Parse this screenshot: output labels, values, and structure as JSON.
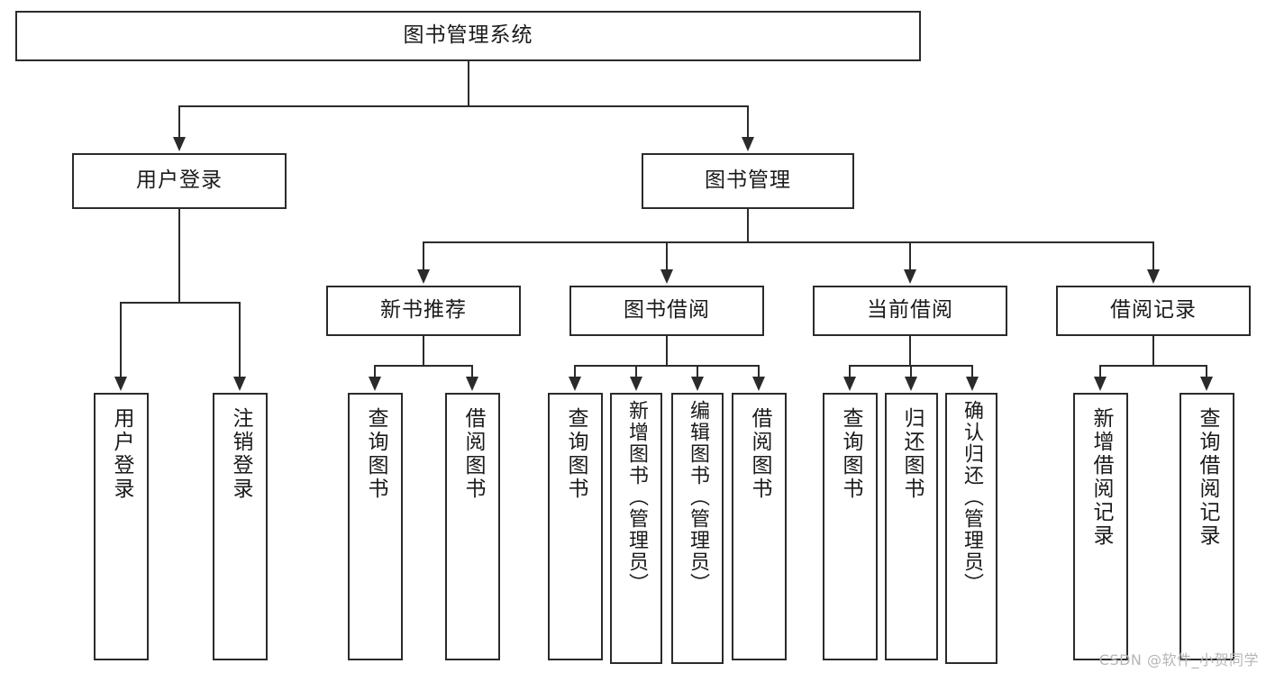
{
  "diagram": {
    "title": "图书管理系统",
    "type": "tree-diagram",
    "watermark": "CSDN @软件_小贺同学",
    "colors": {
      "border": "#2b2b2b",
      "background": "#ffffff",
      "text": "#1a1a1a",
      "watermark": "#b6b6b6"
    }
  },
  "root": {
    "label": "图书管理系统"
  },
  "level1": [
    {
      "label": "用户登录"
    },
    {
      "label": "图书管理"
    }
  ],
  "level2": [
    {
      "label": "新书推荐"
    },
    {
      "label": "图书借阅"
    },
    {
      "label": "当前借阅"
    },
    {
      "label": "借阅记录"
    }
  ],
  "leaves": {
    "user_login": [
      {
        "label": "用户登录"
      },
      {
        "label": "注销登录"
      }
    ],
    "new_book": [
      {
        "label": "查询图书"
      },
      {
        "label": "借阅图书"
      }
    ],
    "borrow": [
      {
        "label": "查询图书"
      },
      {
        "label": "新增图书（管理员）"
      },
      {
        "label": "编辑图书（管理员）"
      },
      {
        "label": "借阅图书"
      }
    ],
    "current": [
      {
        "label": "查询图书"
      },
      {
        "label": "归还图书"
      },
      {
        "label": "确认归还（管理员）"
      }
    ],
    "records": [
      {
        "label": "新增借阅记录"
      },
      {
        "label": "查询借阅记录"
      }
    ]
  }
}
